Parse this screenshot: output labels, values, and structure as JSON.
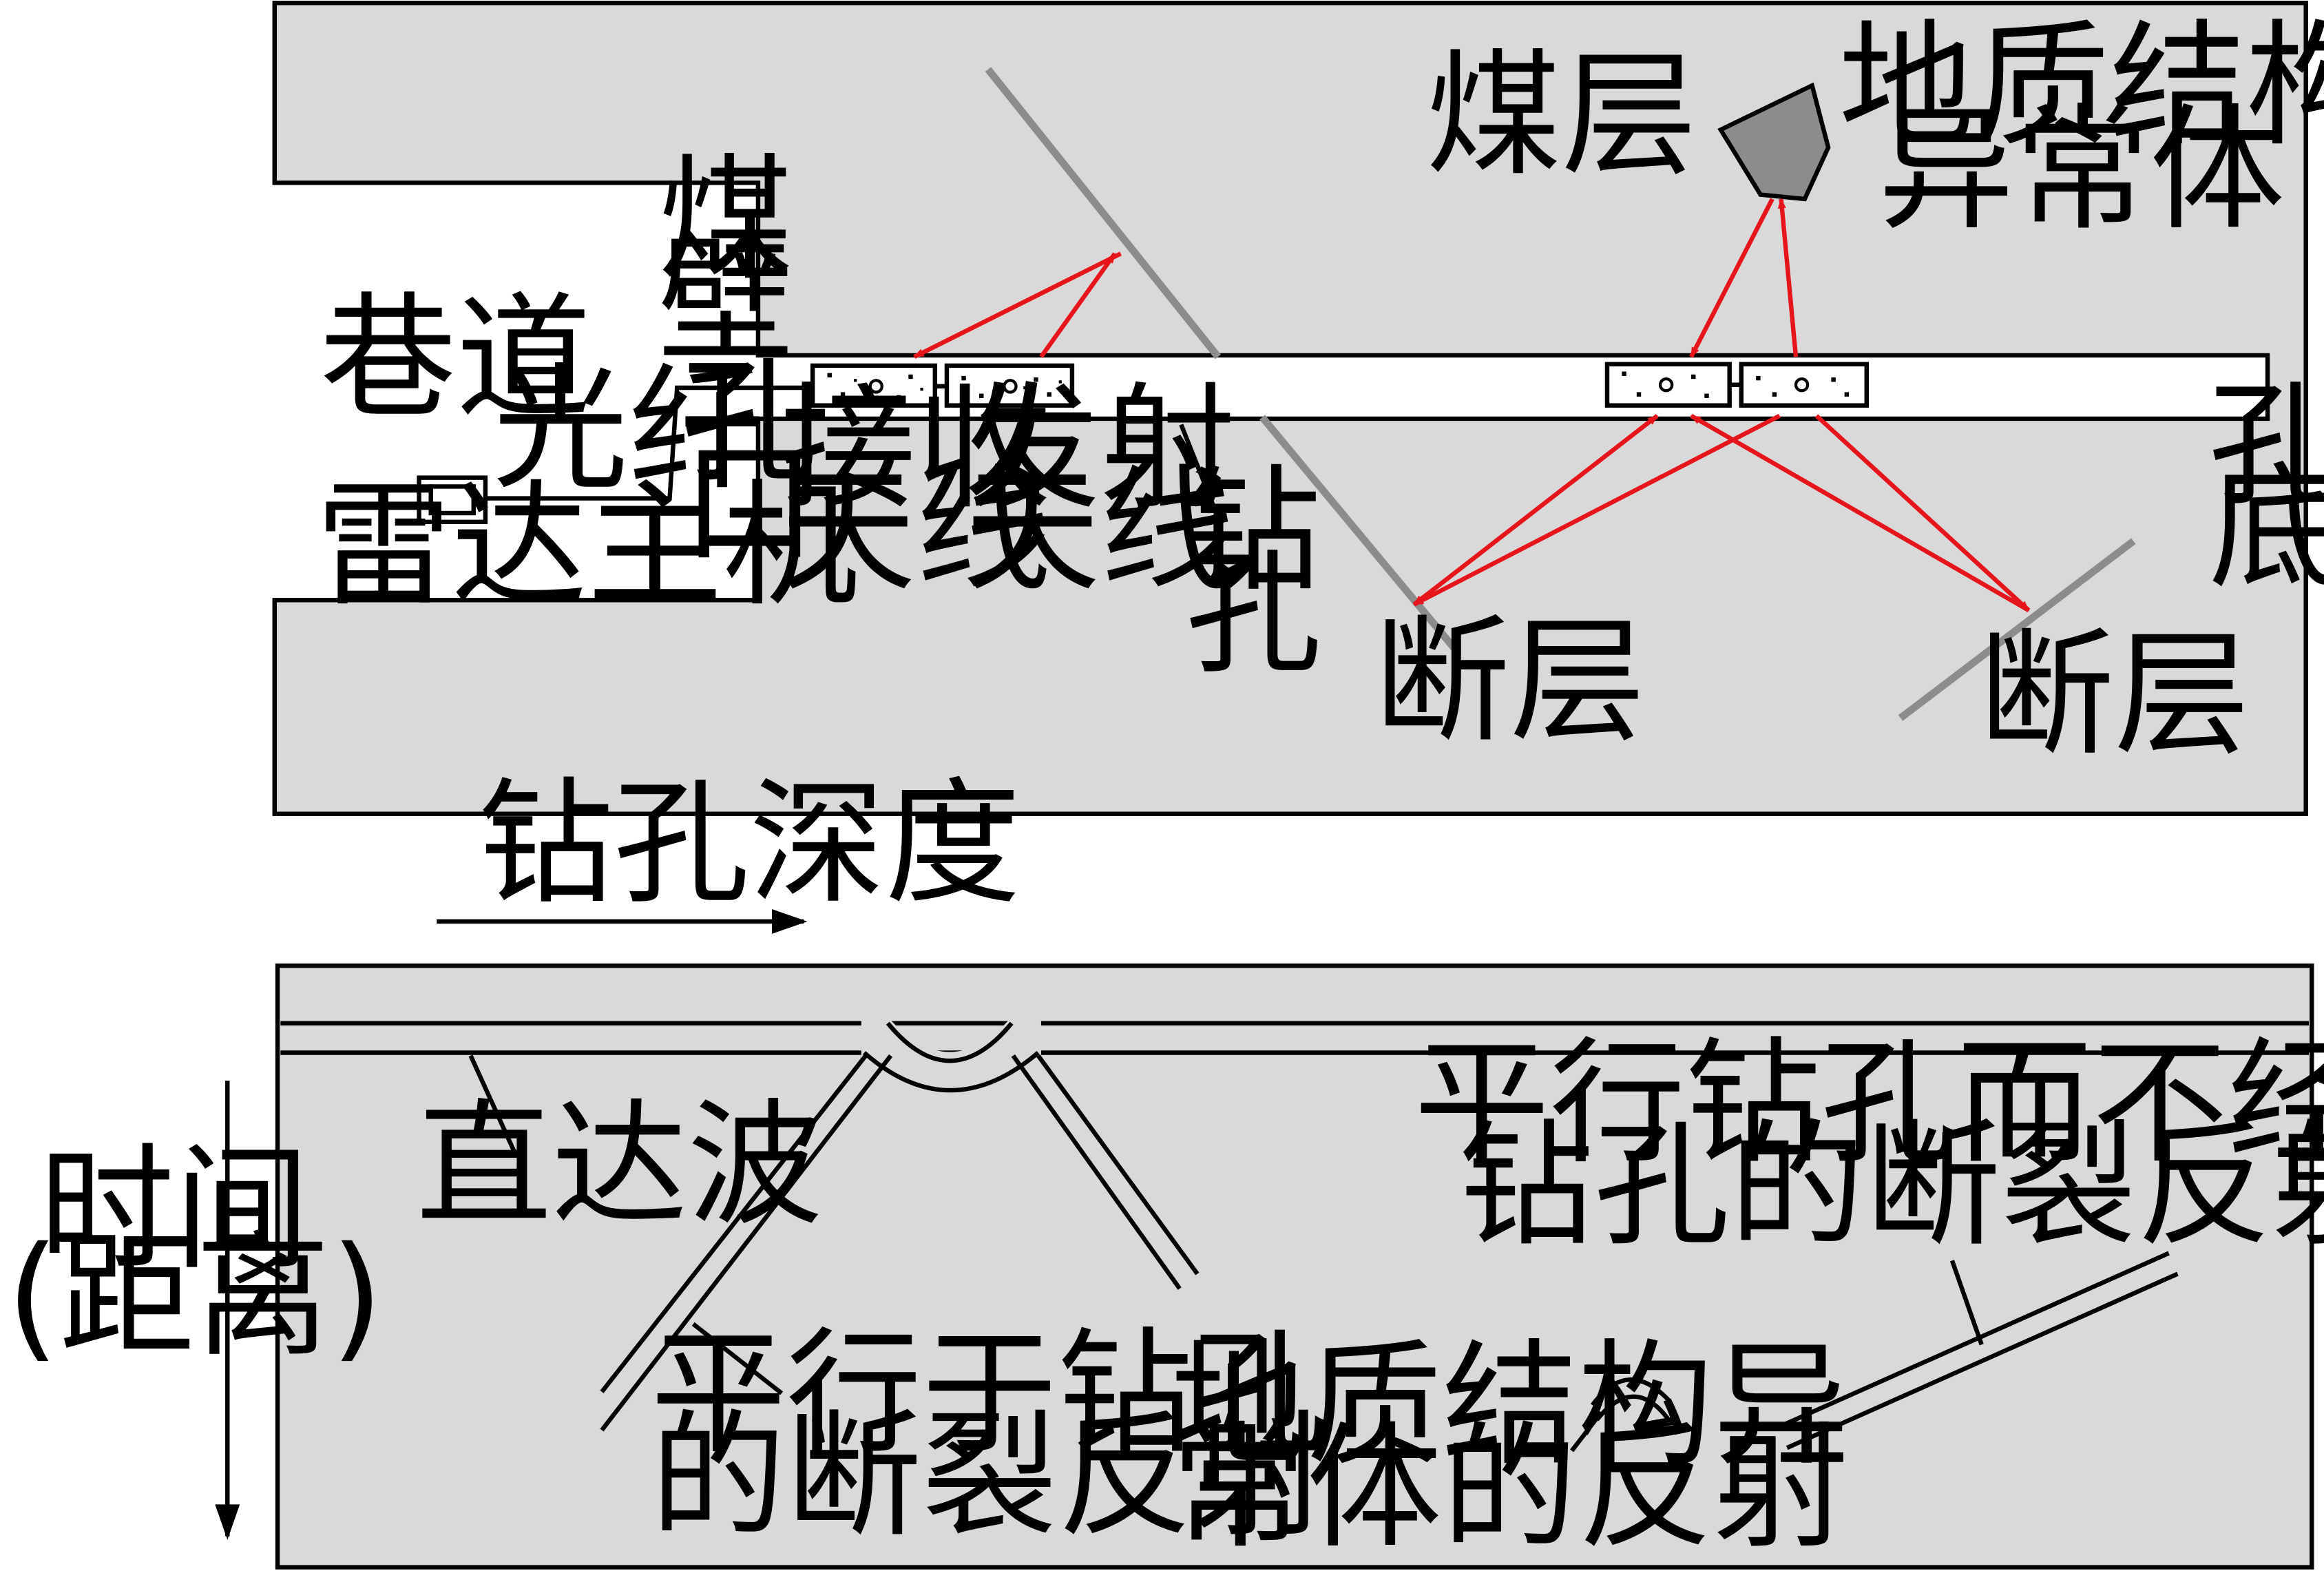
{
  "labels": {
    "coal_seam": "煤层",
    "anomaly_line1": "地质结构",
    "anomaly_line2": "异常体",
    "coal_wall_1": "煤",
    "coal_wall_2": "壁",
    "roadway": "巷道",
    "fiber": "光纤",
    "borehole_mouth_1": "孔",
    "borehole_mouth_2": "口",
    "radar_host": "雷达主机",
    "receive_line1": "接收",
    "receive_line2": "天线",
    "transmit_line1": "发射",
    "transmit_line2": "天线",
    "borehole_1": "钻",
    "borehole_2": "孔",
    "fault_left": "断层",
    "fault_right": "断层",
    "hole_bottom_1": "孔",
    "hole_bottom_2": "底",
    "depth_axis": "钻孔深度",
    "time_axis_line1": "时间",
    "time_axis_line2": "(距离)",
    "direct_wave": "直达波",
    "parallel_fault_line1": "平行于钻孔",
    "parallel_fault_line2": "的断裂反射",
    "anomaly_reflect_line1": "地质结构异",
    "anomaly_reflect_line2": "常体的反射",
    "nonpass_fault_line1": "平行钻孔而不经过",
    "nonpass_fault_line2": "钻孔的断裂反射"
  },
  "colors": {
    "panel_fill": "#d9d9d9",
    "fault_line": "#8c8c8c",
    "ray": "#e5151b",
    "anomaly_fill": "#8c8c8c"
  }
}
